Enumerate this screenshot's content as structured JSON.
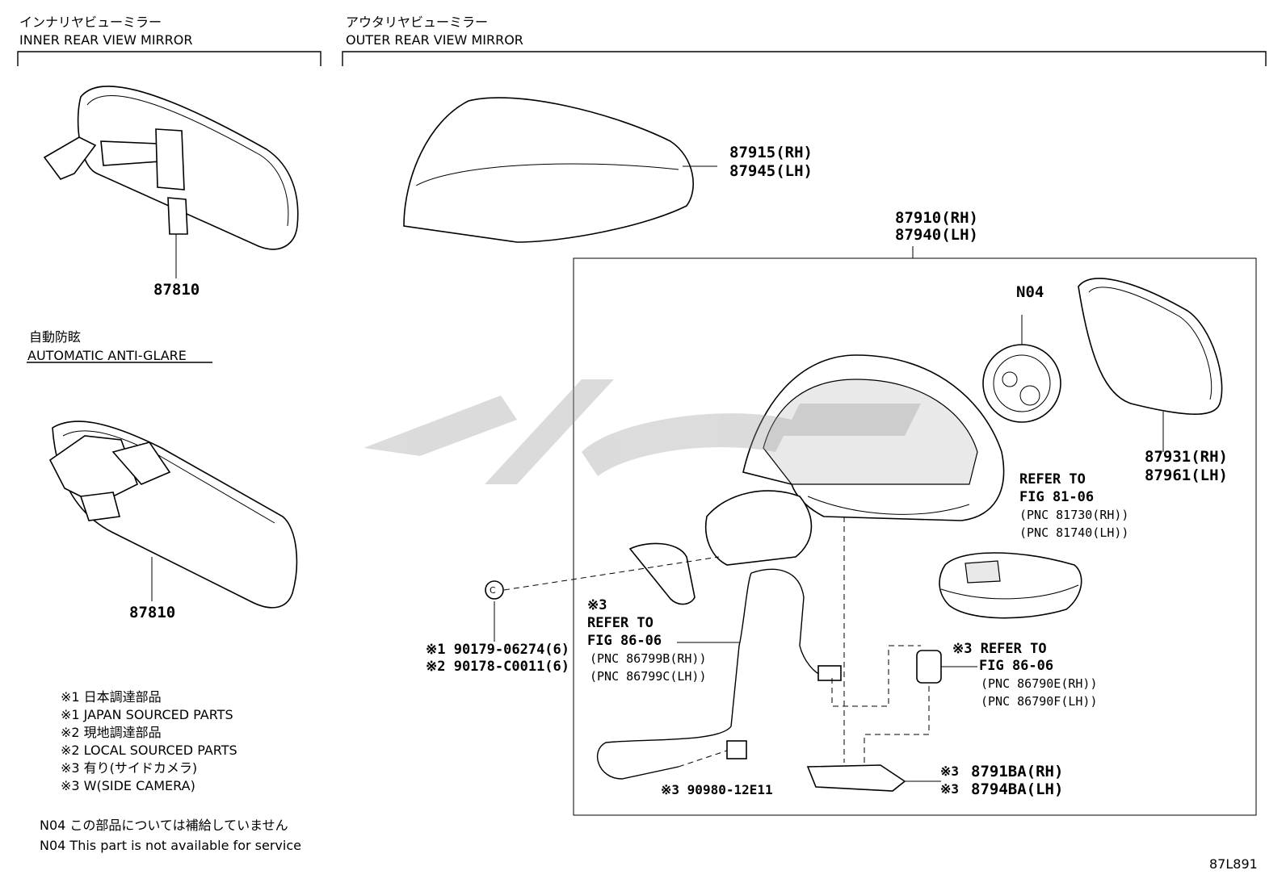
{
  "sections": {
    "inner": {
      "jp": "インナリヤビューミラー",
      "en": "INNER REAR VIEW MIRROR"
    },
    "outer": {
      "jp": "アウタリヤビューミラー",
      "en": "OUTER REAR VIEW MIRROR"
    },
    "anti_glare": {
      "jp": "自動防眩",
      "en": "AUTOMATIC ANTI-GLARE"
    }
  },
  "parts": {
    "inner_mirror_1": "87810",
    "inner_mirror_2": "87810",
    "cover_rh": "87915(RH)",
    "cover_lh": "87945(LH)",
    "assy_rh": "87910(RH)",
    "assy_lh": "87940(LH)",
    "n04": "N04",
    "glass_rh": "87931(RH)",
    "glass_lh": "87961(LH)",
    "clip_mark": "C",
    "clip_1": "※1 90179-06274(6)",
    "clip_2": "※2 90178-C0011(6)",
    "lamp_3rh": "8791BA(RH)",
    "lamp_3lh": "8794BA(LH)",
    "lamp_mark_rh": "※3",
    "lamp_mark_lh": "※3",
    "connector": "※3 90980-12E11"
  },
  "refs": {
    "fig81": {
      "l1": "REFER TO",
      "l2": "FIG 81-06",
      "p1": "(PNC 81730(RH))",
      "p2": "(PNC 81740(LH))"
    },
    "fig86a": {
      "mark": "※3",
      "l1": "REFER TO",
      "l2": "FIG 86-06",
      "p1": "(PNC 86799B(RH))",
      "p2": "(PNC 86799C(LH))"
    },
    "fig86b": {
      "l1": "※3 REFER TO",
      "l2": "FIG 86-06",
      "p1": "(PNC 86790E(RH))",
      "p2": "(PNC 86790F(LH))"
    }
  },
  "notes": [
    "※1 日本調達部品",
    "※1 JAPAN SOURCED PARTS",
    "※2 現地調達部品",
    "※2 LOCAL SOURCED PARTS",
    "※3 有り(サイドカメラ)",
    "※3 W(SIDE CAMERA)"
  ],
  "n04_note": {
    "jp": "N04 この部品については補給していません",
    "en": "N04 This part is not available for service"
  },
  "figure_id": "87L891"
}
